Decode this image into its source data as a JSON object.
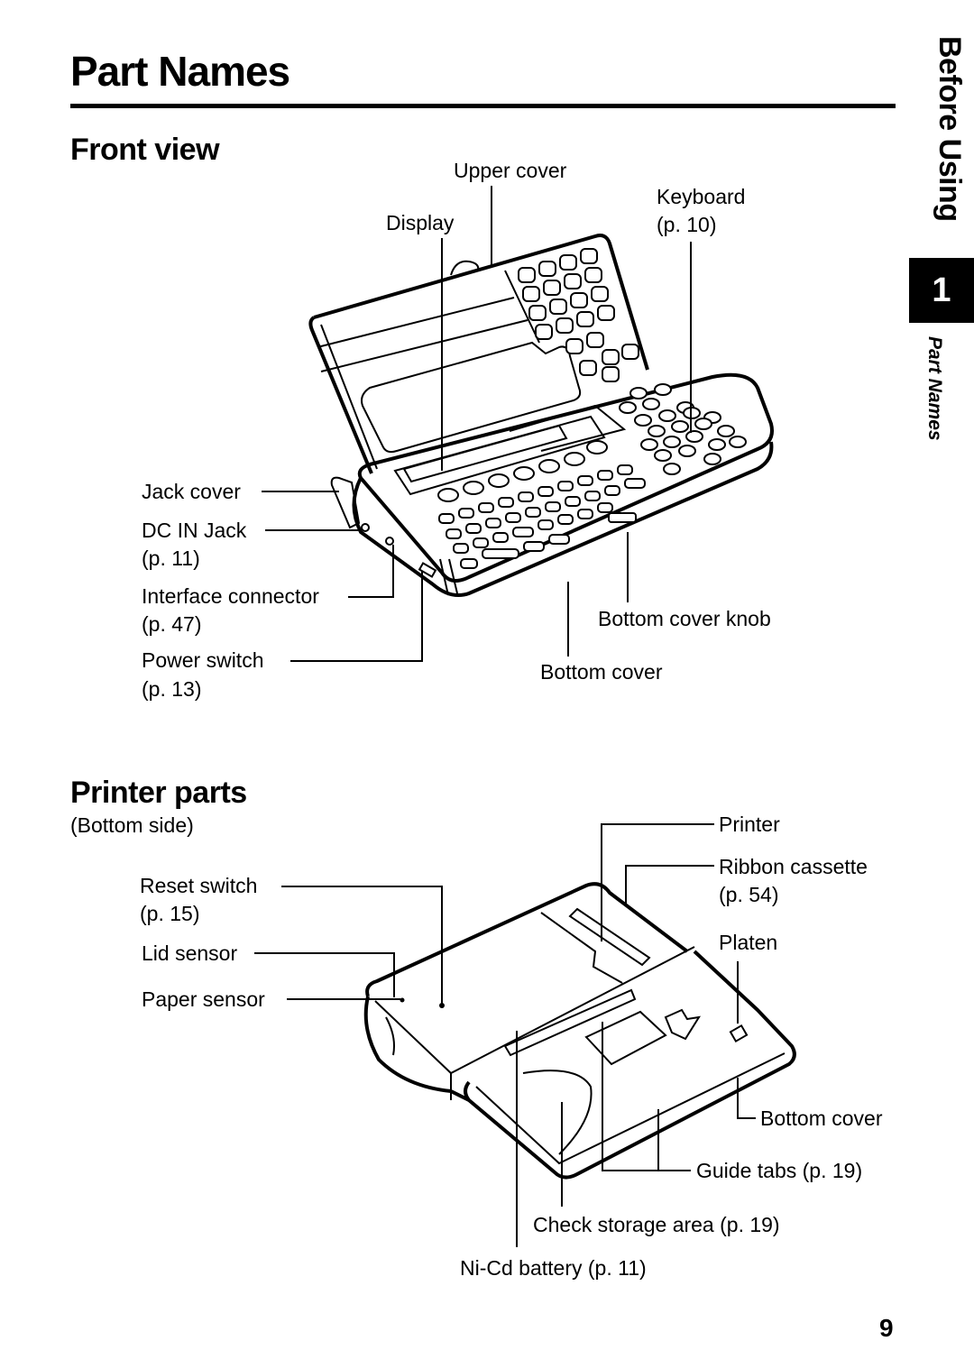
{
  "page": {
    "title": "Part Names",
    "page_number": "9"
  },
  "side_tab": {
    "chapter_title": "Before Using",
    "chapter_number": "1",
    "section_name": "Part Names"
  },
  "front_view": {
    "heading": "Front view",
    "labels": {
      "upper_cover": "Upper cover",
      "display": "Display",
      "keyboard": "Keyboard",
      "keyboard_ref": "(p. 10)",
      "jack_cover": "Jack cover",
      "dc_in_jack": "DC IN Jack",
      "dc_in_jack_ref": "(p. 11)",
      "interface_connector": "Interface connector",
      "interface_connector_ref": "(p. 47)",
      "power_switch": "Power switch",
      "power_switch_ref": "(p. 13)",
      "bottom_cover_knob": "Bottom cover knob",
      "bottom_cover": "Bottom cover"
    }
  },
  "printer_parts": {
    "heading": "Printer parts",
    "subheading": "(Bottom side)",
    "labels": {
      "reset_switch": "Reset switch",
      "reset_switch_ref": "(p. 15)",
      "lid_sensor": "Lid sensor",
      "paper_sensor": "Paper sensor",
      "printer": "Printer",
      "ribbon_cassette": "Ribbon cassette",
      "ribbon_cassette_ref": "(p. 54)",
      "platen": "Platen",
      "bottom_cover": "Bottom cover",
      "guide_tabs": "Guide tabs (p. 19)",
      "check_storage_area": "Check storage area (p. 19)",
      "nicd_battery": "Ni-Cd battery (p. 11)"
    }
  }
}
